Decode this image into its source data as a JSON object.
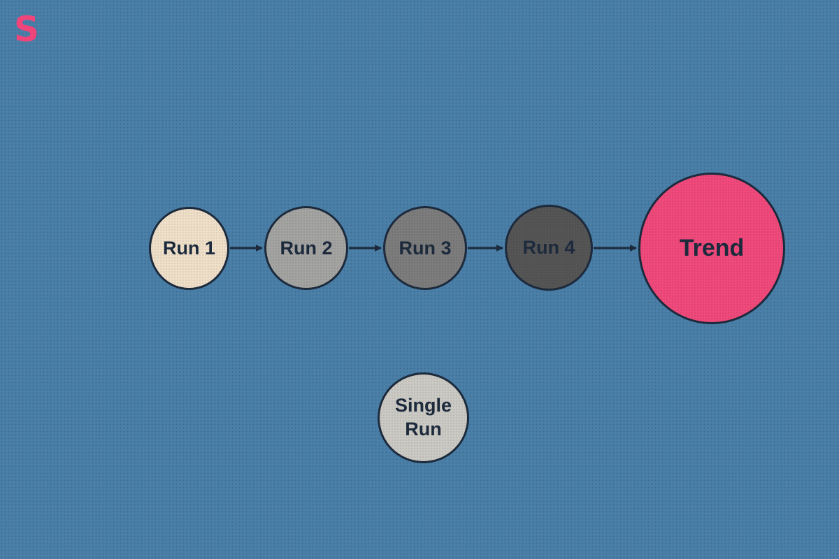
{
  "logo": {
    "text": "S",
    "color": "#f0457a"
  },
  "colors": {
    "background": "#4a7fa8",
    "outline": "#1c2a3c",
    "arrow": "#1c2a3c"
  },
  "nodes": [
    {
      "id": "run-1",
      "label": "Run 1",
      "fill": "#efdfc9"
    },
    {
      "id": "run-2",
      "label": "Run 2",
      "fill": "#a3a3a1"
    },
    {
      "id": "run-3",
      "label": "Run 3",
      "fill": "#7c7c7c"
    },
    {
      "id": "run-4",
      "label": "Run 4",
      "fill": "#555556"
    },
    {
      "id": "trend",
      "label": "Trend",
      "fill": "#f0497b"
    },
    {
      "id": "single-run",
      "label": "Single\nRun",
      "fill": "#cbc9c3"
    }
  ],
  "edges": [
    {
      "from": "run-1",
      "to": "run-2"
    },
    {
      "from": "run-2",
      "to": "run-3"
    },
    {
      "from": "run-3",
      "to": "run-4"
    },
    {
      "from": "run-4",
      "to": "trend"
    }
  ]
}
